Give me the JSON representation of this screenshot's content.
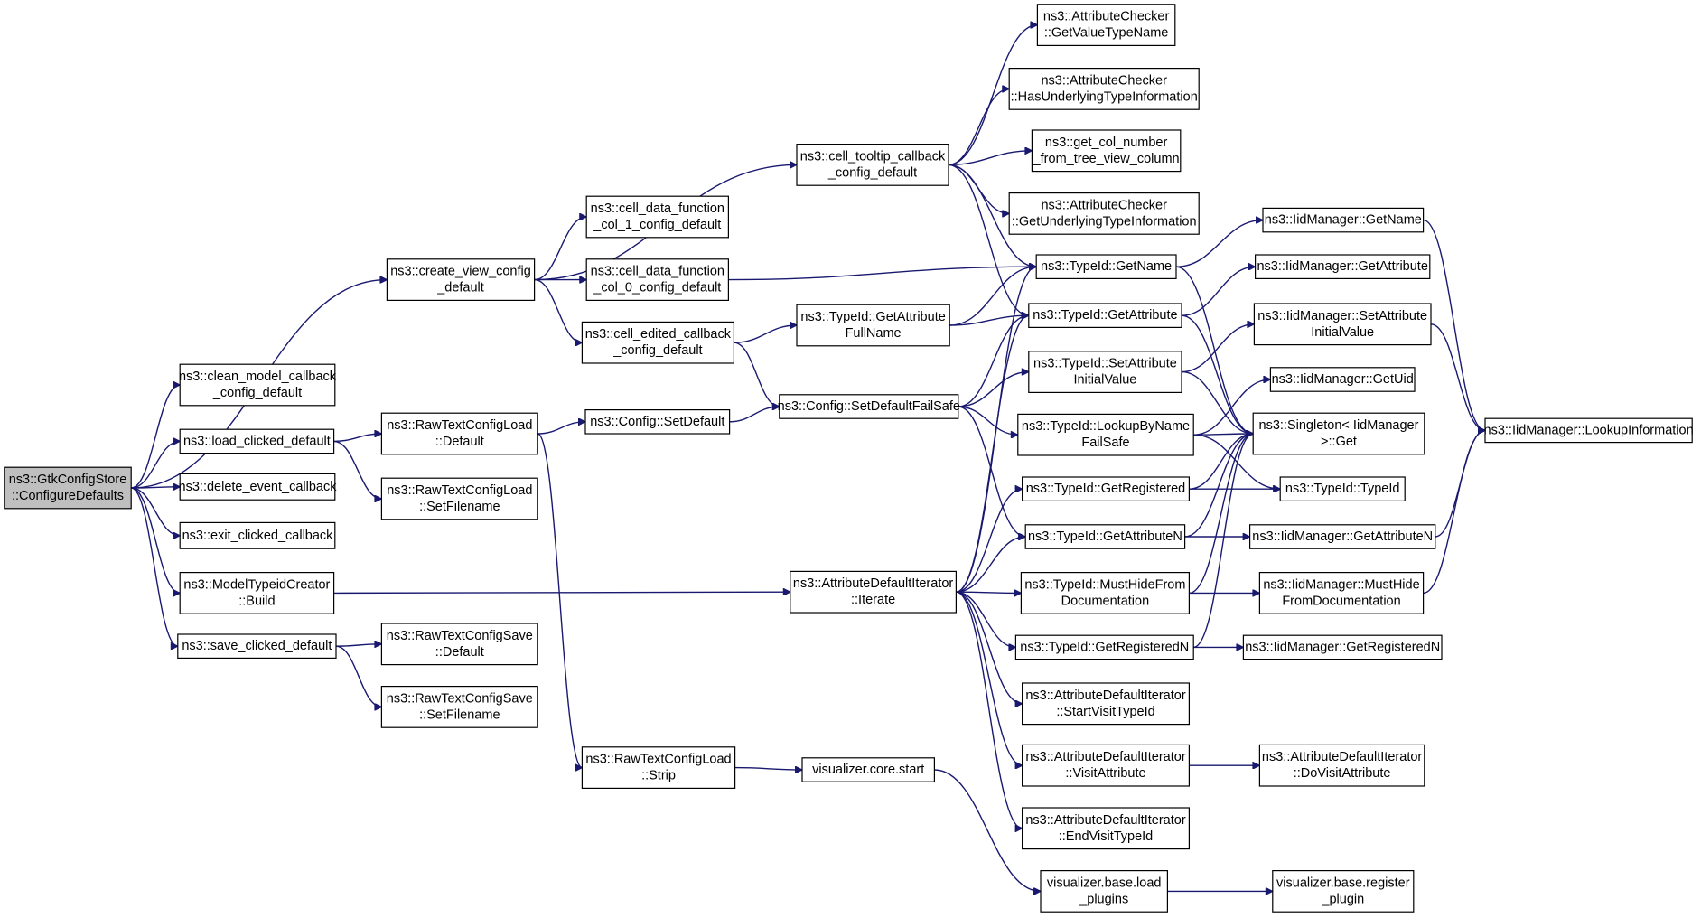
{
  "diagram": {
    "kind": "call-graph",
    "colors": {
      "edge": "#191970",
      "node_border": "#000000",
      "node_fill": "#ffffff",
      "root_fill": "#bfbfbf"
    },
    "nodes": [
      {
        "id": "root",
        "lines": [
          "ns3::GtkConfigStore",
          "::ConfigureDefaults"
        ],
        "root": true
      },
      {
        "id": "create_view",
        "lines": [
          "ns3::create_view_config",
          "_default"
        ]
      },
      {
        "id": "clean_model",
        "lines": [
          "ns3::clean_model_callback",
          "_config_default"
        ]
      },
      {
        "id": "load_clicked",
        "lines": [
          "ns3::load_clicked_default"
        ]
      },
      {
        "id": "delete_event",
        "lines": [
          "ns3::delete_event_callback"
        ]
      },
      {
        "id": "exit_clicked",
        "lines": [
          "ns3::exit_clicked_callback"
        ]
      },
      {
        "id": "model_build",
        "lines": [
          "ns3::ModelTypeidCreator",
          "::Build"
        ]
      },
      {
        "id": "save_clicked",
        "lines": [
          "ns3::save_clicked_default"
        ]
      },
      {
        "id": "rtcl_default",
        "lines": [
          "ns3::RawTextConfigLoad",
          "::Default"
        ]
      },
      {
        "id": "rtcl_setfilename",
        "lines": [
          "ns3::RawTextConfigLoad",
          "::SetFilename"
        ]
      },
      {
        "id": "rtcs_default",
        "lines": [
          "ns3::RawTextConfigSave",
          "::Default"
        ]
      },
      {
        "id": "rtcs_setfilename",
        "lines": [
          "ns3::RawTextConfigSave",
          "::SetFilename"
        ]
      },
      {
        "id": "cdf1",
        "lines": [
          "ns3::cell_data_function",
          "_col_1_config_default"
        ]
      },
      {
        "id": "cdf0",
        "lines": [
          "ns3::cell_data_function",
          "_col_0_config_default"
        ]
      },
      {
        "id": "cell_edited",
        "lines": [
          "ns3::cell_edited_callback",
          "_config_default"
        ]
      },
      {
        "id": "config_setdefault",
        "lines": [
          "ns3::Config::SetDefault"
        ]
      },
      {
        "id": "rtcl_strip",
        "lines": [
          "ns3::RawTextConfigLoad",
          "::Strip"
        ]
      },
      {
        "id": "cell_tooltip",
        "lines": [
          "ns3::cell_tooltip_callback",
          "_config_default"
        ]
      },
      {
        "id": "typeid_getattrfullname",
        "lines": [
          "ns3::TypeId::GetAttribute",
          "FullName"
        ]
      },
      {
        "id": "setdefaultfailsafe",
        "lines": [
          "ns3::Config::SetDefaultFailSafe"
        ]
      },
      {
        "id": "adi_iterate",
        "lines": [
          "ns3::AttributeDefaultIterator",
          "::Iterate"
        ]
      },
      {
        "id": "vis_core_start",
        "lines": [
          "visualizer.core.start"
        ]
      },
      {
        "id": "ac_getvaluetypename",
        "lines": [
          "ns3::AttributeChecker",
          "::GetValueTypeName"
        ]
      },
      {
        "id": "ac_hasunderlying",
        "lines": [
          "ns3::AttributeChecker",
          "::HasUnderlyingTypeInformation"
        ]
      },
      {
        "id": "get_col_number",
        "lines": [
          "ns3::get_col_number",
          "_from_tree_view_column"
        ]
      },
      {
        "id": "ac_getunderlying",
        "lines": [
          "ns3::AttributeChecker",
          "::GetUnderlyingTypeInformation"
        ]
      },
      {
        "id": "typeid_getname",
        "lines": [
          "ns3::TypeId::GetName"
        ]
      },
      {
        "id": "typeid_getattribute",
        "lines": [
          "ns3::TypeId::GetAttribute"
        ]
      },
      {
        "id": "typeid_setattrinit",
        "lines": [
          "ns3::TypeId::SetAttribute",
          "InitialValue"
        ]
      },
      {
        "id": "typeid_lookupbyname",
        "lines": [
          "ns3::TypeId::LookupByName",
          "FailSafe"
        ]
      },
      {
        "id": "typeid_getregistered",
        "lines": [
          "ns3::TypeId::GetRegistered"
        ]
      },
      {
        "id": "typeid_getattributen",
        "lines": [
          "ns3::TypeId::GetAttributeN"
        ]
      },
      {
        "id": "typeid_musthide",
        "lines": [
          "ns3::TypeId::MustHideFrom",
          "Documentation"
        ]
      },
      {
        "id": "typeid_getregisteredn",
        "lines": [
          "ns3::TypeId::GetRegisteredN"
        ]
      },
      {
        "id": "adi_startvisit",
        "lines": [
          "ns3::AttributeDefaultIterator",
          "::StartVisitTypeId"
        ]
      },
      {
        "id": "adi_visitattribute",
        "lines": [
          "ns3::AttributeDefaultIterator",
          "::VisitAttribute"
        ]
      },
      {
        "id": "adi_endvisit",
        "lines": [
          "ns3::AttributeDefaultIterator",
          "::EndVisitTypeId"
        ]
      },
      {
        "id": "vis_base_load",
        "lines": [
          "visualizer.base.load",
          "_plugins"
        ]
      },
      {
        "id": "iid_getname",
        "lines": [
          "ns3::IidManager::GetName"
        ]
      },
      {
        "id": "iid_getattribute",
        "lines": [
          "ns3::IidManager::GetAttribute"
        ]
      },
      {
        "id": "iid_setattrinit",
        "lines": [
          "ns3::IidManager::SetAttribute",
          "InitialValue"
        ]
      },
      {
        "id": "iid_getuid",
        "lines": [
          "ns3::IidManager::GetUid"
        ]
      },
      {
        "id": "singleton_get",
        "lines": [
          "ns3::Singleton< IidManager",
          ">::Get"
        ]
      },
      {
        "id": "typeid_typeid",
        "lines": [
          "ns3::TypeId::TypeId"
        ]
      },
      {
        "id": "iid_getattributen",
        "lines": [
          "ns3::IidManager::GetAttributeN"
        ]
      },
      {
        "id": "iid_musthide",
        "lines": [
          "ns3::IidManager::MustHide",
          "FromDocumentation"
        ]
      },
      {
        "id": "iid_getregisteredn",
        "lines": [
          "ns3::IidManager::GetRegisteredN"
        ]
      },
      {
        "id": "adi_dovisit",
        "lines": [
          "ns3::AttributeDefaultIterator",
          "::DoVisitAttribute"
        ]
      },
      {
        "id": "vis_base_register",
        "lines": [
          "visualizer.base.register",
          "_plugin"
        ]
      },
      {
        "id": "iid_lookupinfo",
        "lines": [
          "ns3::IidManager::LookupInformation"
        ]
      }
    ],
    "edges": [
      [
        "root",
        "create_view"
      ],
      [
        "root",
        "clean_model"
      ],
      [
        "root",
        "load_clicked"
      ],
      [
        "root",
        "delete_event"
      ],
      [
        "root",
        "exit_clicked"
      ],
      [
        "root",
        "model_build"
      ],
      [
        "root",
        "save_clicked"
      ],
      [
        "create_view",
        "cell_tooltip"
      ],
      [
        "create_view",
        "cdf1"
      ],
      [
        "create_view",
        "cdf0"
      ],
      [
        "create_view",
        "cell_edited"
      ],
      [
        "load_clicked",
        "rtcl_default"
      ],
      [
        "load_clicked",
        "rtcl_setfilename"
      ],
      [
        "model_build",
        "adi_iterate"
      ],
      [
        "save_clicked",
        "rtcs_default"
      ],
      [
        "save_clicked",
        "rtcs_setfilename"
      ],
      [
        "rtcl_default",
        "config_setdefault"
      ],
      [
        "rtcl_default",
        "rtcl_strip"
      ],
      [
        "cdf0",
        "typeid_getname"
      ],
      [
        "cell_edited",
        "typeid_getattrfullname"
      ],
      [
        "cell_edited",
        "setdefaultfailsafe"
      ],
      [
        "config_setdefault",
        "setdefaultfailsafe"
      ],
      [
        "rtcl_strip",
        "vis_core_start"
      ],
      [
        "cell_tooltip",
        "ac_getvaluetypename"
      ],
      [
        "cell_tooltip",
        "ac_hasunderlying"
      ],
      [
        "cell_tooltip",
        "get_col_number"
      ],
      [
        "cell_tooltip",
        "ac_getunderlying"
      ],
      [
        "cell_tooltip",
        "typeid_getname"
      ],
      [
        "cell_tooltip",
        "typeid_getattribute"
      ],
      [
        "typeid_getattrfullname",
        "typeid_getname"
      ],
      [
        "typeid_getattrfullname",
        "typeid_getattribute"
      ],
      [
        "setdefaultfailsafe",
        "typeid_getattribute"
      ],
      [
        "setdefaultfailsafe",
        "typeid_setattrinit"
      ],
      [
        "setdefaultfailsafe",
        "typeid_lookupbyname"
      ],
      [
        "setdefaultfailsafe",
        "typeid_getattributen"
      ],
      [
        "adi_iterate",
        "typeid_getname"
      ],
      [
        "adi_iterate",
        "typeid_getattribute"
      ],
      [
        "adi_iterate",
        "typeid_getregistered"
      ],
      [
        "adi_iterate",
        "typeid_getattributen"
      ],
      [
        "adi_iterate",
        "typeid_musthide"
      ],
      [
        "adi_iterate",
        "typeid_getregisteredn"
      ],
      [
        "adi_iterate",
        "adi_startvisit"
      ],
      [
        "adi_iterate",
        "adi_visitattribute"
      ],
      [
        "adi_iterate",
        "adi_endvisit"
      ],
      [
        "vis_core_start",
        "vis_base_load"
      ],
      [
        "typeid_getname",
        "iid_getname"
      ],
      [
        "typeid_getname",
        "singleton_get"
      ],
      [
        "typeid_getattribute",
        "iid_getattribute"
      ],
      [
        "typeid_getattribute",
        "singleton_get"
      ],
      [
        "typeid_setattrinit",
        "iid_setattrinit"
      ],
      [
        "typeid_setattrinit",
        "singleton_get"
      ],
      [
        "typeid_lookupbyname",
        "iid_getuid"
      ],
      [
        "typeid_lookupbyname",
        "singleton_get"
      ],
      [
        "typeid_lookupbyname",
        "typeid_typeid"
      ],
      [
        "typeid_getregistered",
        "singleton_get"
      ],
      [
        "typeid_getregistered",
        "typeid_typeid"
      ],
      [
        "typeid_getattributen",
        "iid_getattributen"
      ],
      [
        "typeid_getattributen",
        "singleton_get"
      ],
      [
        "typeid_musthide",
        "iid_musthide"
      ],
      [
        "typeid_musthide",
        "singleton_get"
      ],
      [
        "typeid_getregisteredn",
        "iid_getregisteredn"
      ],
      [
        "typeid_getregisteredn",
        "singleton_get"
      ],
      [
        "adi_visitattribute",
        "adi_dovisit"
      ],
      [
        "vis_base_load",
        "vis_base_register"
      ],
      [
        "iid_getname",
        "iid_lookupinfo"
      ],
      [
        "iid_setattrinit",
        "iid_lookupinfo"
      ],
      [
        "iid_getattributen",
        "iid_lookupinfo"
      ],
      [
        "iid_musthide",
        "iid_lookupinfo"
      ]
    ]
  }
}
